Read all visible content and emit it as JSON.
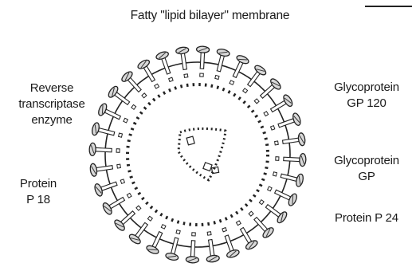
{
  "diagram": {
    "title": "Fatty \"lipid bilayer\" membrane",
    "labels": {
      "reverse_transcriptase": [
        "Reverse",
        "transcriptase",
        "enzyme"
      ],
      "protein_p18": [
        "Protein",
        "P 18"
      ],
      "glycoprotein_gp120": [
        "Glycoprotein",
        "GP 120"
      ],
      "glycoprotein_gp": [
        "Glycoprotein",
        "GP"
      ],
      "protein_p24": [
        "Protein P 24"
      ]
    }
  }
}
